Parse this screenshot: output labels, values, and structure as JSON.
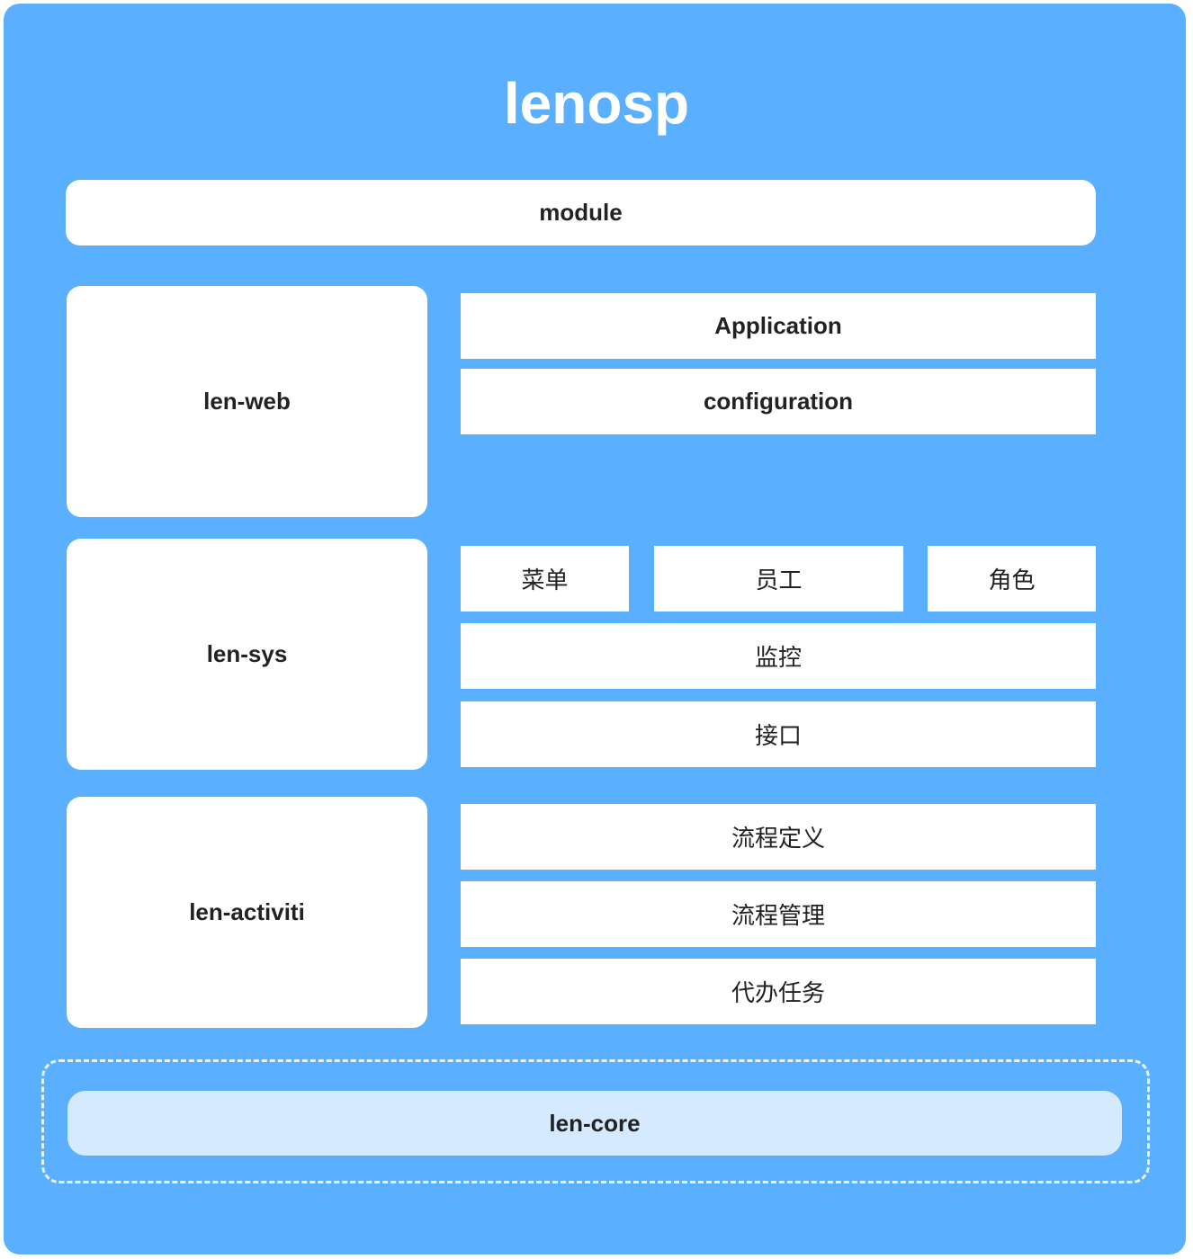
{
  "title": "lenosp",
  "module": "module",
  "web": {
    "label": "len-web",
    "items": [
      "Application",
      "configuration"
    ]
  },
  "sys": {
    "label": "len-sys",
    "items": [
      "菜单",
      "员工",
      "角色",
      "监控",
      "接口"
    ]
  },
  "activiti": {
    "label": "len-activiti",
    "items": [
      "流程定义",
      "流程管理",
      "代办任务"
    ]
  },
  "core": "len-core",
  "colors": {
    "background": "#5aafff",
    "box": "#ffffff",
    "core": "#d6eaff"
  }
}
